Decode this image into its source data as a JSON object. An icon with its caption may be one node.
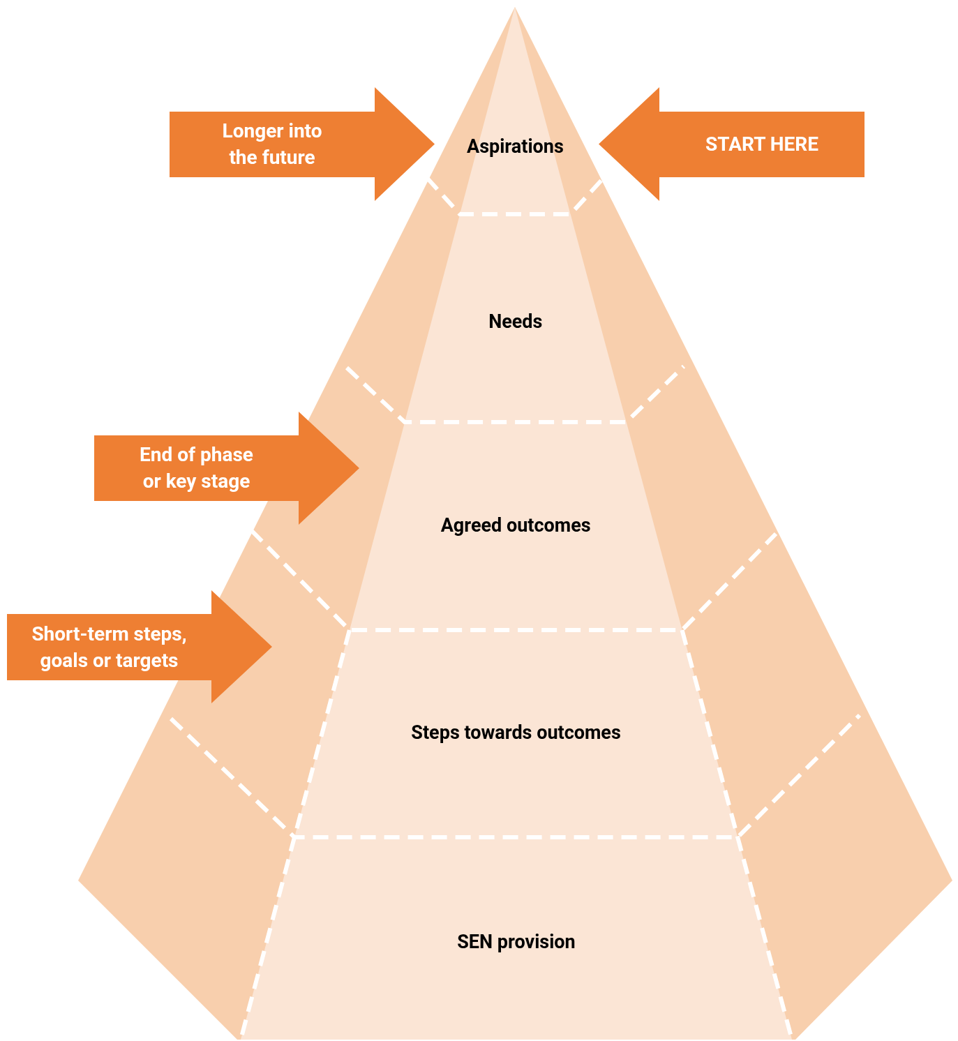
{
  "diagram": {
    "nodes": [
      {
        "text": [
          "Longer into the future"
        ]
      },
      {
        "text": [
          "Aspirations"
        ]
      },
      {
        "text": [
          "START HERE"
        ]
      },
      {
        "text": [
          "Needs"
        ]
      },
      {
        "text": [
          "End of phase or key stage"
        ]
      },
      {
        "text": [
          "Agreed outcomes"
        ]
      },
      {
        "text": [
          "Short-term steps, goals or targets"
        ]
      },
      {
        "text": [
          "Steps towards outcomes"
        ]
      },
      {
        "text": [
          "SEN provision"
        ]
      }
    ]
  }
}
